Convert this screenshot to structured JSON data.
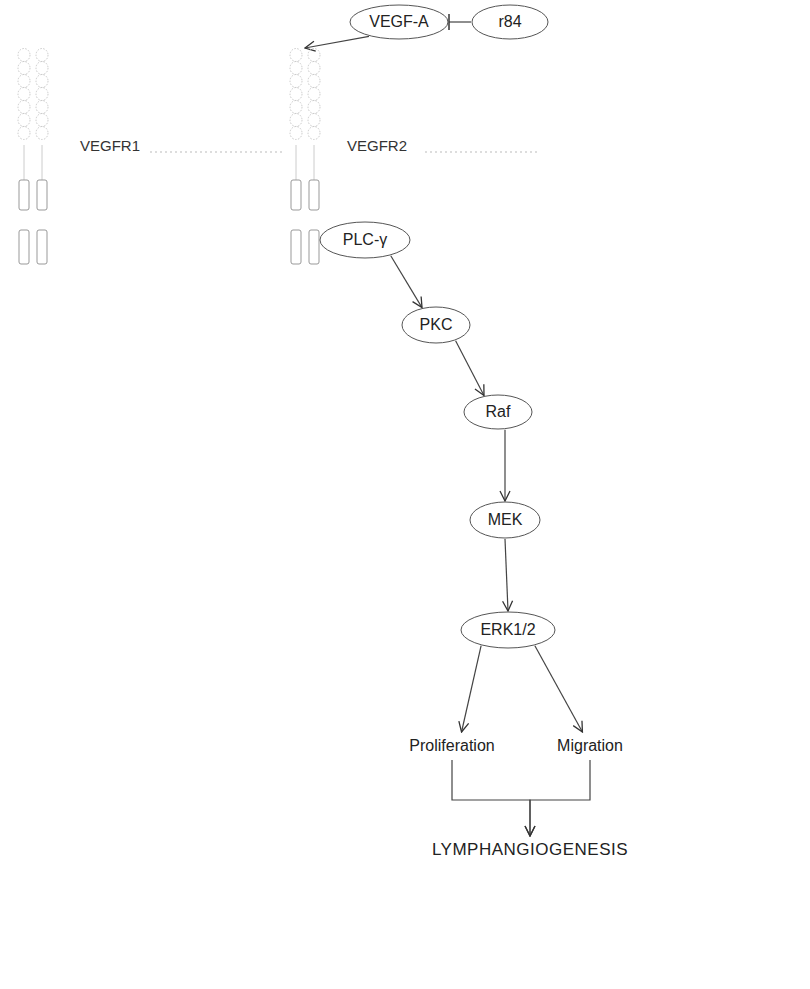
{
  "diagram": {
    "nodes": [
      {
        "text": [
          "VEGF-A"
        ]
      },
      {
        "text": [
          "r84"
        ]
      },
      {
        "text": [
          "VEGFR1"
        ]
      },
      {
        "text": [
          "VEGFR2"
        ]
      },
      {
        "text": [
          "PLC-γ"
        ]
      },
      {
        "text": [
          "PKC"
        ]
      },
      {
        "text": [
          "Raf"
        ]
      },
      {
        "text": [
          "MEK"
        ]
      },
      {
        "text": [
          "ERK1/2"
        ]
      },
      {
        "text": [
          "Proliferation"
        ]
      },
      {
        "text": [
          "Migration"
        ]
      },
      {
        "text": [
          "LYMPHANGIOGENESIS"
        ]
      }
    ],
    "edges": [
      {
        "from": 1,
        "to": 0,
        "arrow": "to"
      },
      {
        "from": 0,
        "to": 3,
        "arrow": "to"
      },
      {
        "from": 4,
        "to": 5,
        "arrow": "to"
      },
      {
        "from": 5,
        "to": 6,
        "arrow": "to"
      },
      {
        "from": 6,
        "to": 7,
        "arrow": "to"
      },
      {
        "from": 7,
        "to": 8,
        "arrow": "to"
      },
      {
        "from": 8,
        "to": 9,
        "arrow": "to"
      },
      {
        "from": 8,
        "to": 10,
        "arrow": "to"
      },
      {
        "from": 9,
        "to": 11,
        "arrow": "to"
      },
      {
        "from": 10,
        "to": 11,
        "arrow": "to"
      }
    ]
  }
}
